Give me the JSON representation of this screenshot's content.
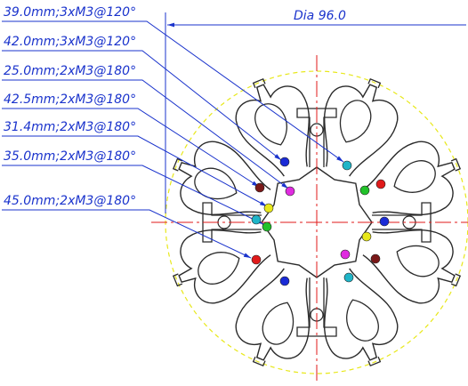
{
  "drawing": {
    "dimension": {
      "label": "Dia 96.0"
    },
    "annotations": [
      {
        "text": "39.0mm;3xM3@120°"
      },
      {
        "text": "42.0mm;3xM3@120°"
      },
      {
        "text": "25.0mm;2xM3@180°"
      },
      {
        "text": "42.5mm;2xM3@180°"
      },
      {
        "text": "31.4mm;2xM3@180°"
      },
      {
        "text": "35.0mm;2xM3@180°"
      },
      {
        "text": "45.0mm;2xM3@180°"
      }
    ],
    "hole_colors": {
      "cyan": "#1fb5c8",
      "blue": "#1a2bd6",
      "magenta": "#e02be0",
      "green": "#22c22a",
      "red": "#e01a1a",
      "dark_red": "#7a1818",
      "yellow": "#e8e81a"
    },
    "colors": {
      "annotation": "#1a33cc",
      "profile": "#2a2a2a",
      "centerline": "#e01a1a",
      "diameter_circle": "#e8e81a"
    }
  }
}
